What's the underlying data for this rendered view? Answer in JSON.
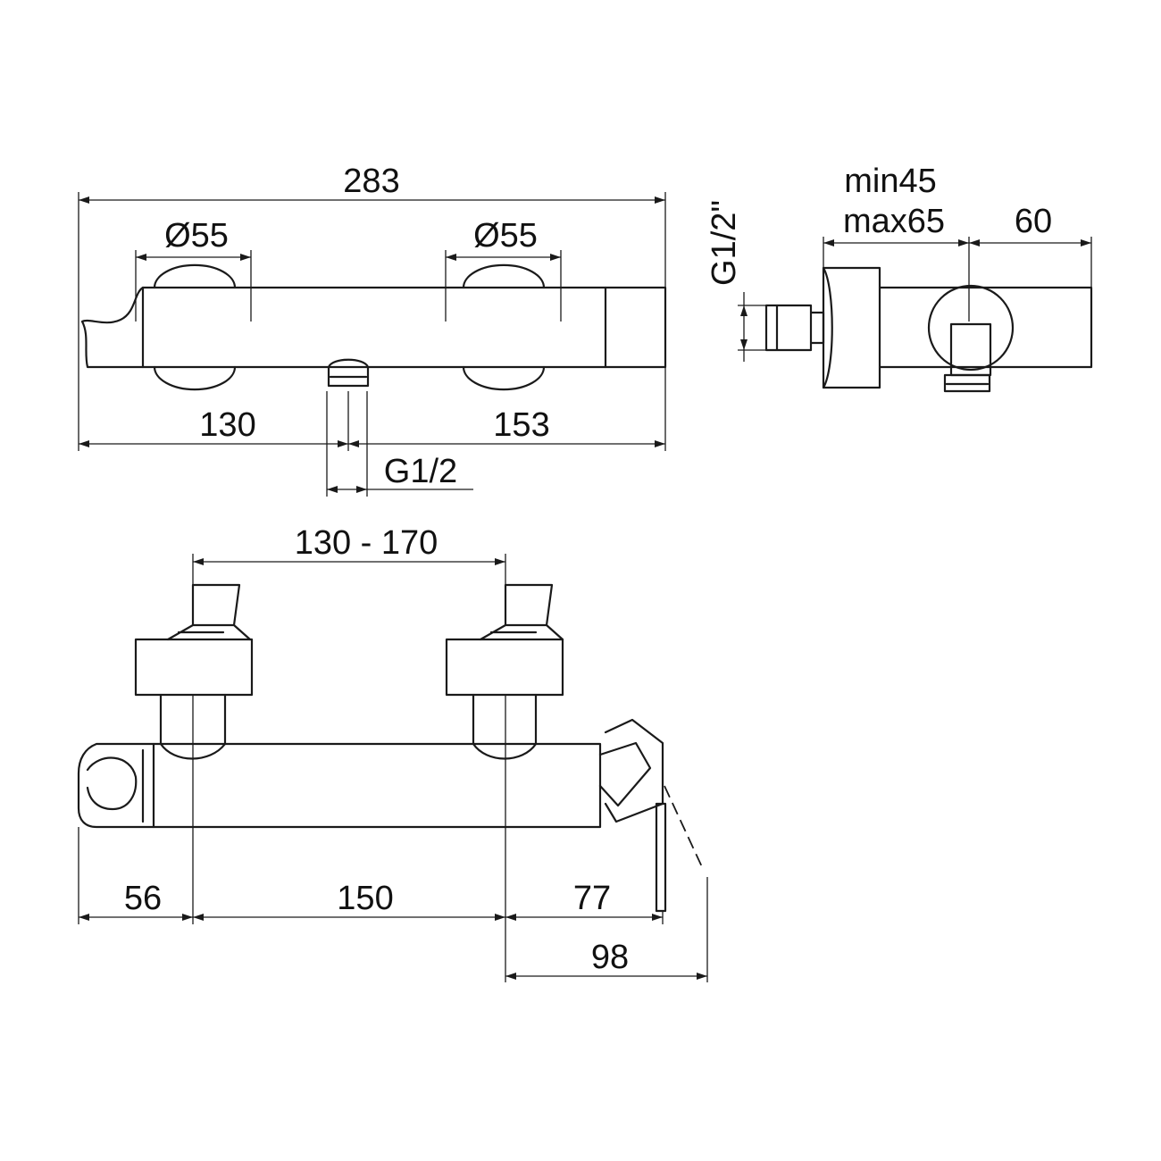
{
  "colors": {
    "line": "#1a1a1a",
    "background": "#ffffff"
  },
  "front_view": {
    "overall_width": "283",
    "left_diameter": "Ø55",
    "right_diameter": "Ø55",
    "left_offset": "130",
    "right_offset": "153",
    "outlet_thread": "G1/2"
  },
  "side_view": {
    "inlet_thread": "G1/2\"",
    "projection_min": "min45",
    "projection_max": "max65",
    "depth": "60"
  },
  "top_view": {
    "inlet_spacing": "130 - 170",
    "left_segment": "56",
    "center_segment": "150",
    "right_segment": "77",
    "lever_reach": "98"
  }
}
